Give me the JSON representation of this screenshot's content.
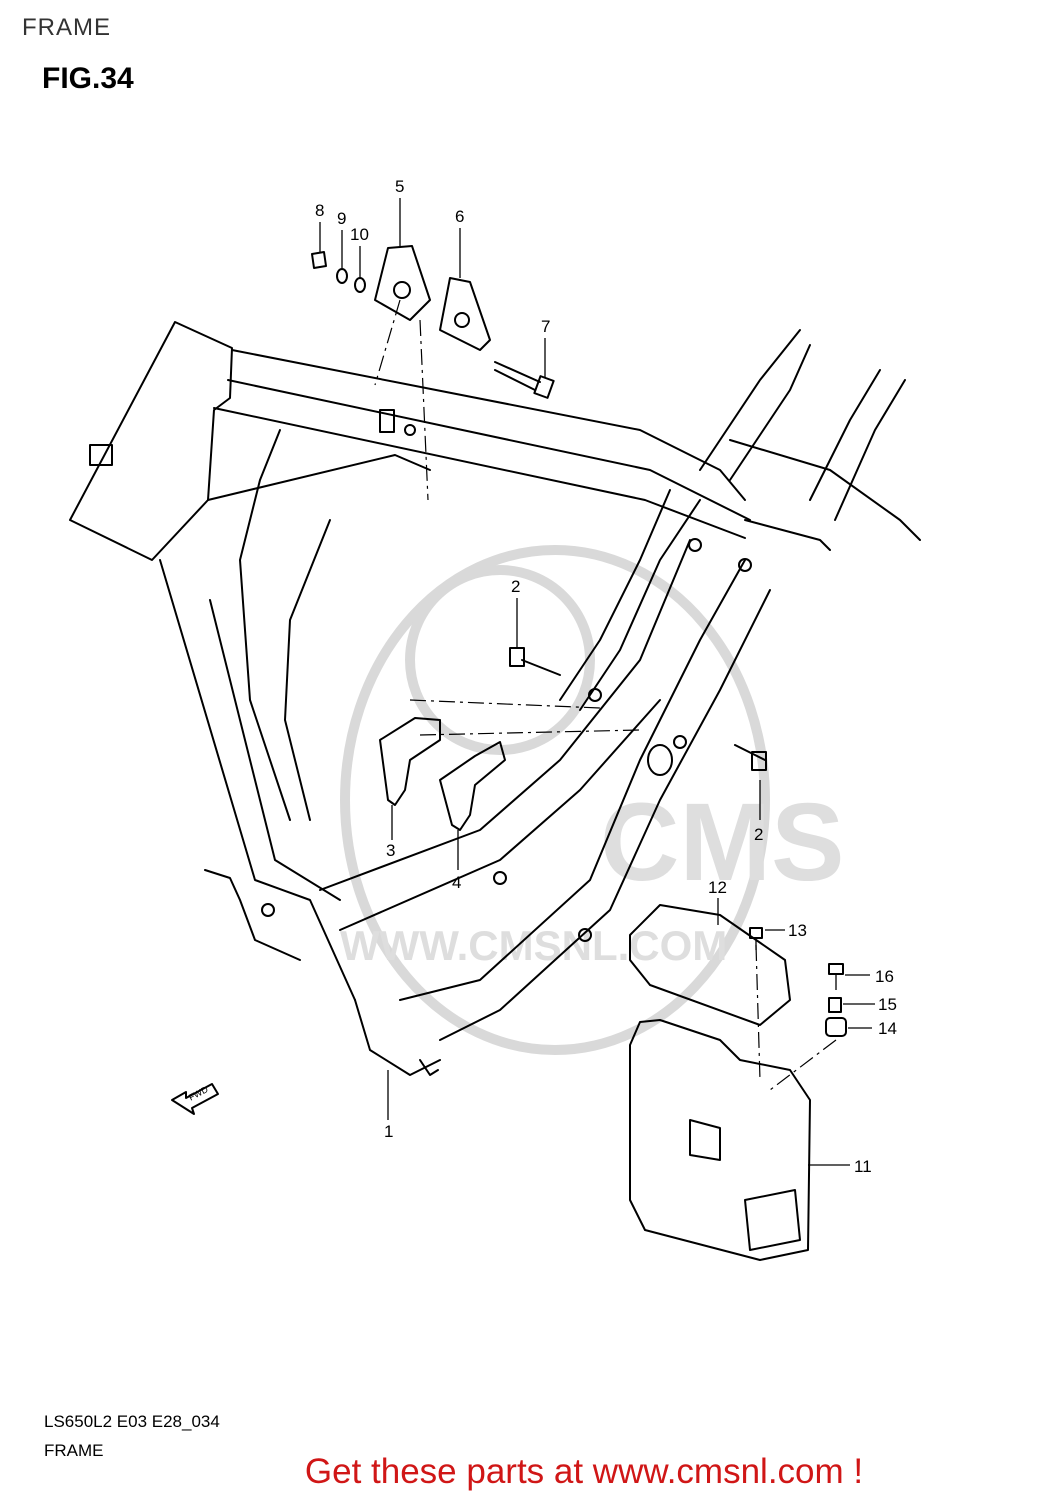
{
  "header": {
    "title": "FRAME",
    "figure": "FIG.34"
  },
  "watermark": {
    "brand": "CMS",
    "url": "WWW.CMSNL.COM"
  },
  "fwd_label": "FWD",
  "callouts": [
    {
      "id": "c1",
      "label": "1"
    },
    {
      "id": "c2a",
      "label": "2"
    },
    {
      "id": "c2b",
      "label": "2"
    },
    {
      "id": "c3",
      "label": "3"
    },
    {
      "id": "c4",
      "label": "4"
    },
    {
      "id": "c5",
      "label": "5"
    },
    {
      "id": "c6",
      "label": "6"
    },
    {
      "id": "c7",
      "label": "7"
    },
    {
      "id": "c8",
      "label": "8"
    },
    {
      "id": "c9",
      "label": "9"
    },
    {
      "id": "c10",
      "label": "10"
    },
    {
      "id": "c11",
      "label": "11"
    },
    {
      "id": "c12",
      "label": "12"
    },
    {
      "id": "c13",
      "label": "13"
    },
    {
      "id": "c14",
      "label": "14"
    },
    {
      "id": "c15",
      "label": "15"
    },
    {
      "id": "c16",
      "label": "16"
    }
  ],
  "footer": {
    "code": "LS650L2 E03 E28_034",
    "name": "FRAME",
    "cta": "Get these parts at www.cmsnl.com !"
  },
  "colors": {
    "cta": "#d01616",
    "watermark": "#d9d9d9"
  }
}
